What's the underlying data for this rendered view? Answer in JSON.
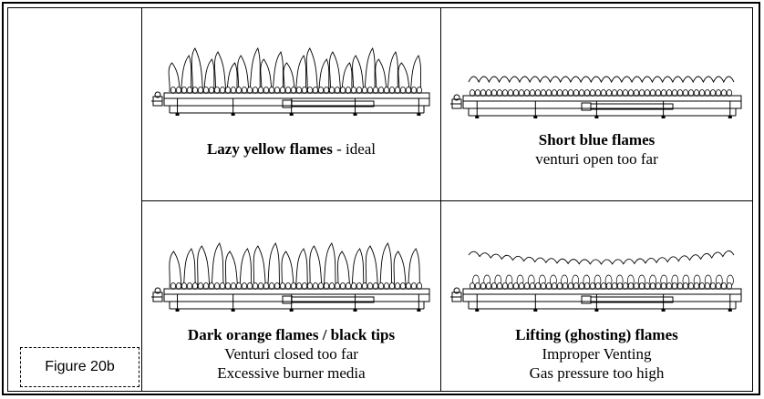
{
  "figure_label": "Figure 20b",
  "panels": [
    {
      "title": "Lazy yellow flames",
      "suffix": " - ideal",
      "lines": [],
      "flame_style": "lazy"
    },
    {
      "title": "Short blue flames",
      "suffix": "",
      "lines": [
        "venturi open too far"
      ],
      "flame_style": "short"
    },
    {
      "title": "Dark orange flames / black tips",
      "suffix": "",
      "lines": [
        "Venturi closed too far",
        "Excessive burner media"
      ],
      "flame_style": "dark"
    },
    {
      "title": "Lifting  (ghosting) flames",
      "suffix": "",
      "lines": [
        "Improper Venting",
        "Gas pressure too high"
      ],
      "flame_style": "lifting"
    }
  ]
}
